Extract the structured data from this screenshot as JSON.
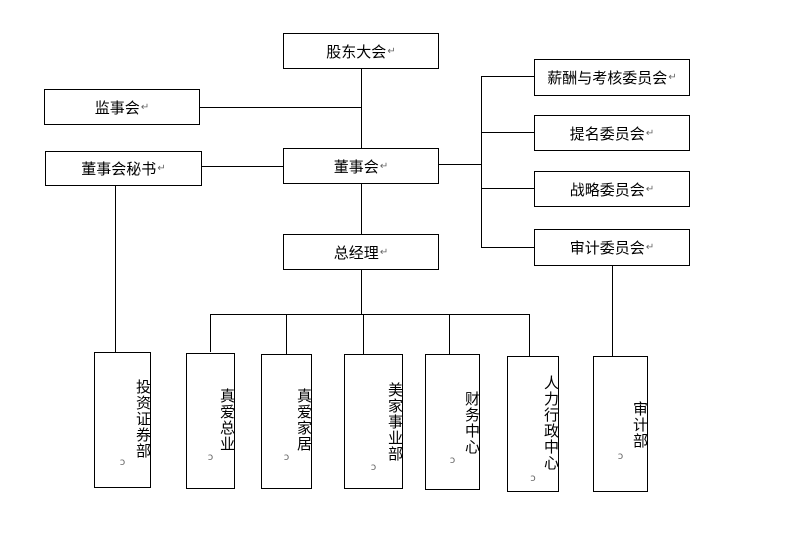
{
  "nodes": {
    "shareholders": "股东大会",
    "supervisory": "监事会",
    "secretary": "董事会秘书",
    "board": "董事会",
    "gm": "总经理",
    "remuneration": "薪酬与考核委员会",
    "nomination": "提名委员会",
    "strategy": "战略委员会",
    "audit_committee": "审计委员会"
  },
  "departments": {
    "securities": "投资证券部",
    "zhenai_total": "真爱总业",
    "zhenai_home": "真爱家居",
    "meijia": "美家事业部",
    "finance": "财务中心",
    "hr_admin": "人力行政中心",
    "audit": "审计部"
  },
  "marks": {
    "paragraph": "↵",
    "paragraph_alt": "ↄ"
  }
}
